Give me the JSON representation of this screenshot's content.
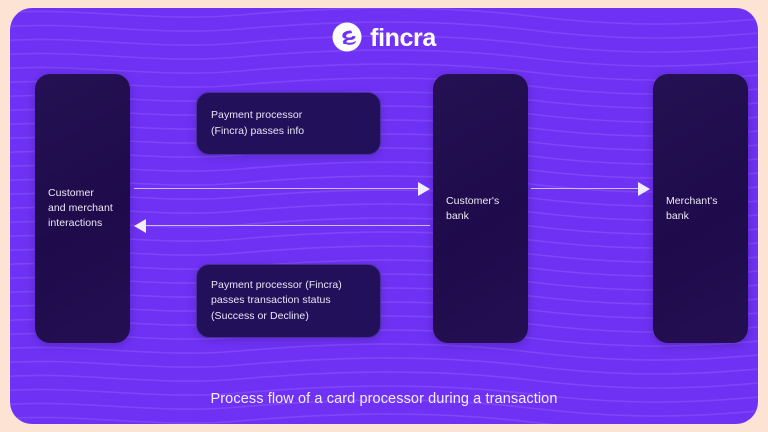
{
  "theme": {
    "page_background": "#fce3d4",
    "panel_background": "#6f32f5",
    "card_background": "#210d4f",
    "message_background": "#23105a",
    "message_border": "#4a2ea0",
    "text_primary": "#ffffff",
    "text_on_card": "#ece9f6",
    "connector_line": "#cdbdf5",
    "connector_head": "#f2ecff"
  },
  "brand": {
    "logo_icon": "fincra-circle-wave-logo",
    "wordmark": "fincra"
  },
  "diagram": {
    "actors": [
      {
        "id": "customer",
        "label": "Customer\nand merchant\ninteractions"
      },
      {
        "id": "customers-bank",
        "label": "Customer's\nbank"
      },
      {
        "id": "merchants-bank",
        "label": "Merchant's\nbank"
      }
    ],
    "messages": [
      {
        "id": "top",
        "label": "Payment processor\n(Fincra) passes info"
      },
      {
        "id": "bottom",
        "label": "Payment processor (Fincra)\npasses transaction status\n(Success or Decline)"
      }
    ],
    "connectors": [
      {
        "id": "customer-to-customers-bank",
        "direction": "right",
        "arrow_icon": "arrow-right-icon"
      },
      {
        "id": "customers-bank-to-customer",
        "direction": "left",
        "arrow_icon": "arrow-left-icon"
      },
      {
        "id": "customers-bank-to-merchants-bank",
        "direction": "right",
        "arrow_icon": "arrow-right-icon"
      }
    ]
  },
  "caption": "Process flow of a card processor during a transaction"
}
